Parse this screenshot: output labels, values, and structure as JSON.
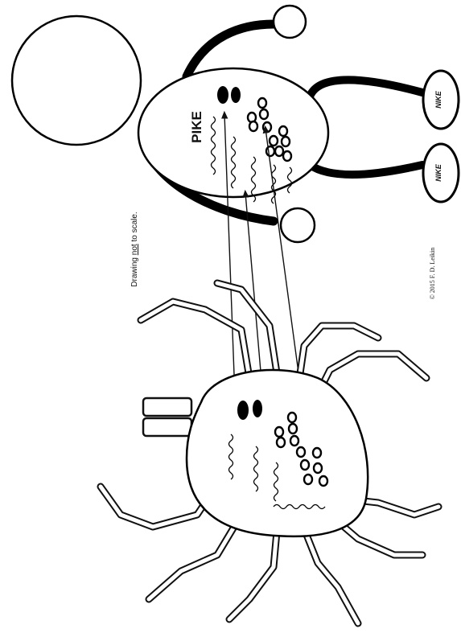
{
  "figure": {
    "label_pike": "PIKE",
    "note_prefix": "Drawing ",
    "note_emphasis": "not",
    "note_suffix": " to scale.",
    "copyright": "© 2015 F. D. Leikin",
    "shoe_brand": "NIKE"
  }
}
